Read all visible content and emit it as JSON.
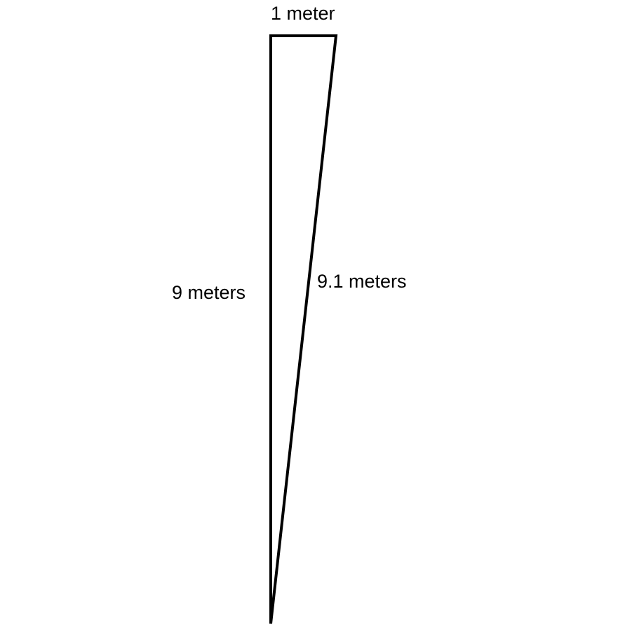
{
  "labels": {
    "top": "1 meter",
    "left": "9 meters",
    "hypotenuse": "9.1 meters"
  },
  "colors": {
    "stroke": "#000000",
    "background": "#ffffff"
  }
}
